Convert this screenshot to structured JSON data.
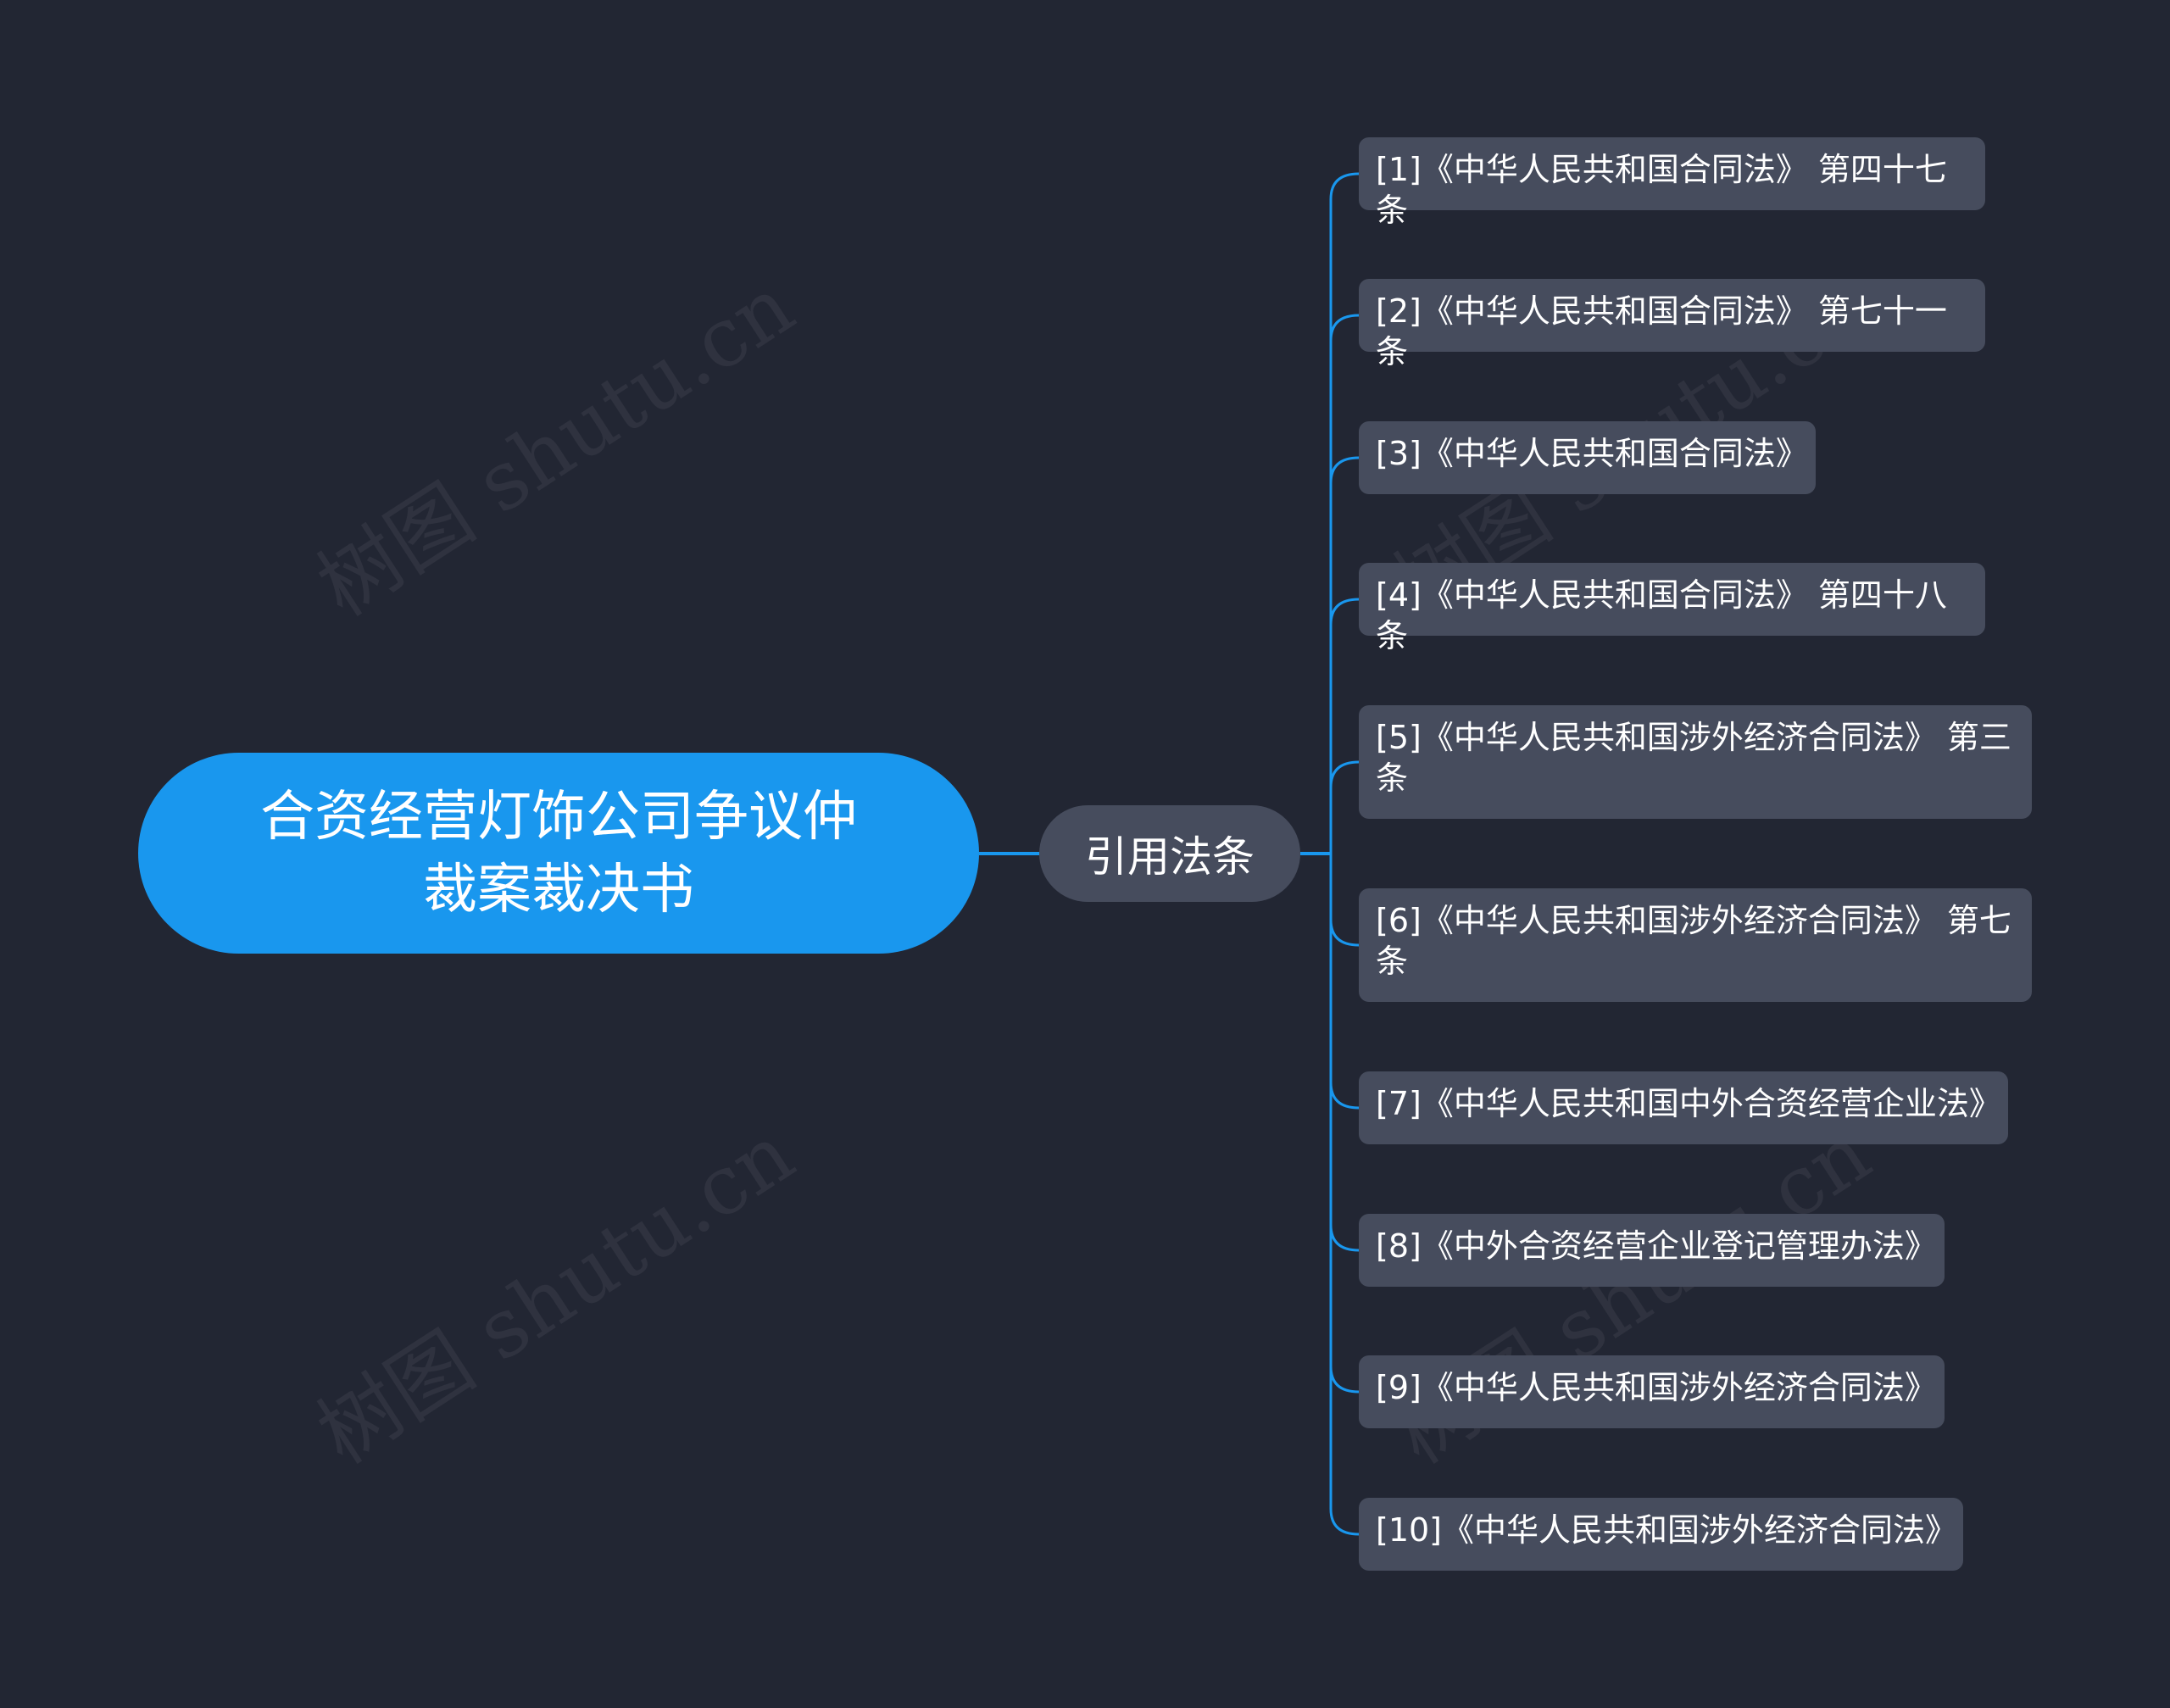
{
  "watermark_text": "树图 shutu.cn",
  "root": {
    "title": "合资经营灯饰公司争议仲裁案裁决书"
  },
  "branch": {
    "label": "引用法条"
  },
  "leaves": [
    {
      "label": "[1]《中华人民共和国合同法》 第四十七条"
    },
    {
      "label": "[2]《中华人民共和国合同法》 第七十一条"
    },
    {
      "label": "[3]《中华人民共和国合同法》"
    },
    {
      "label": "[4]《中华人民共和国合同法》 第四十八条"
    },
    {
      "label": "[5]《中华人民共和国涉外经济合同法》 第三条"
    },
    {
      "label": "[6]《中华人民共和国涉外经济合同法》 第七条"
    },
    {
      "label": "[7]《中华人民共和国中外合资经营企业法》"
    },
    {
      "label": "[8]《中外合资经营企业登记管理办法》"
    },
    {
      "label": "[9]《中华人民共和国涉外经济合同法》"
    },
    {
      "label": "[10]《中华人民共和国涉外经济合同法》"
    }
  ],
  "colors": {
    "background": "#222633",
    "root_fill": "#1997ee",
    "node_fill": "#464c5d",
    "connector": "#1997ee",
    "text": "#ffffff"
  }
}
